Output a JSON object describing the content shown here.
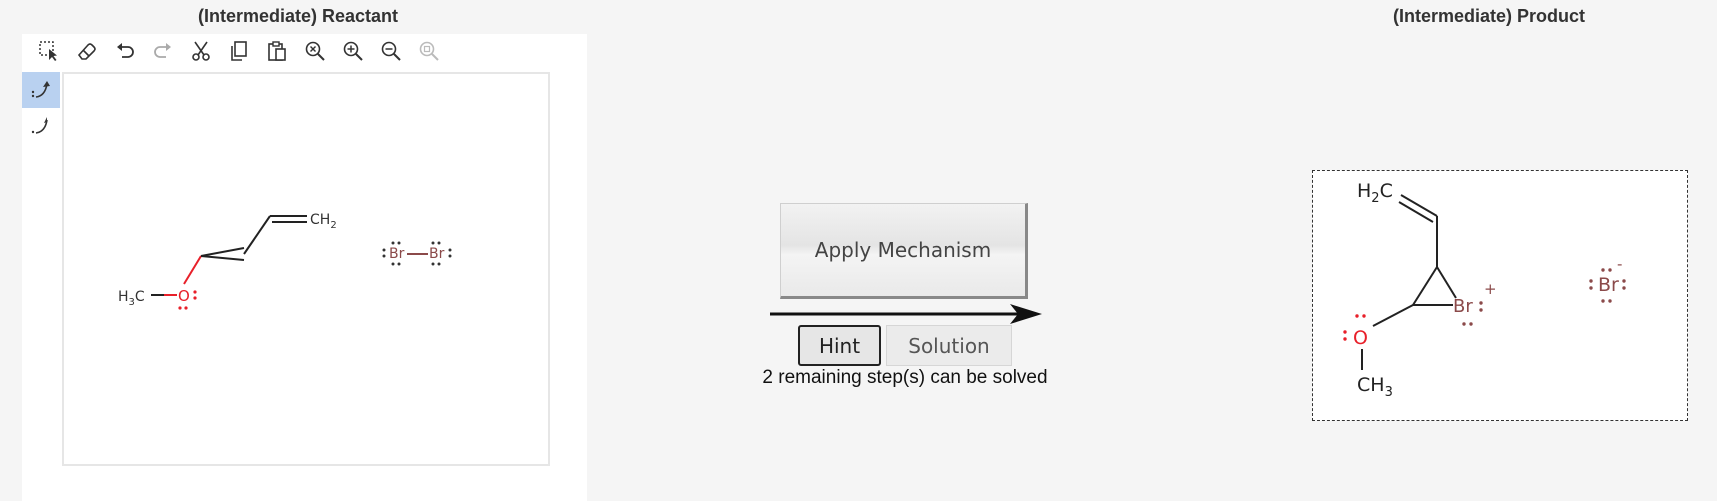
{
  "reactant": {
    "title": "(Intermediate) Reactant"
  },
  "product": {
    "title": "(Intermediate) Product"
  },
  "toolbar": {
    "icons": [
      "select-icon",
      "eraser-icon",
      "undo-icon",
      "redo-icon",
      "cut-icon",
      "copy-icon",
      "paste-icon",
      "zoom-reset-icon",
      "zoom-in-icon",
      "zoom-out-icon",
      "zoom-fit-icon"
    ]
  },
  "side_tools": [
    "electron-pair-arrow-icon",
    "single-electron-arrow-icon"
  ],
  "molecules": {
    "reactant": {
      "ch2": "CH",
      "ch2_sub": "2",
      "h3c": "H",
      "h3c_sub": "3",
      "h3c_c": "C",
      "o": "O",
      "br1": "Br",
      "br2": "Br"
    },
    "product": {
      "h2c_h": "H",
      "h2c_sub": "2",
      "h2c_c": "C",
      "br": "Br",
      "br_charge": "+",
      "o": "O",
      "ch3": "CH",
      "ch3_sub": "3",
      "br_ion": "Br",
      "br_ion_charge": "-"
    }
  },
  "actions": {
    "apply": "Apply Mechanism",
    "hint": "Hint",
    "solution": "Solution"
  },
  "status": {
    "steps": "2 remaining step(s) can be solved"
  },
  "colors": {
    "oxygen": "#e8202a",
    "bromine": "#8b4a4a",
    "selected_tool": "#b9d1f0"
  }
}
